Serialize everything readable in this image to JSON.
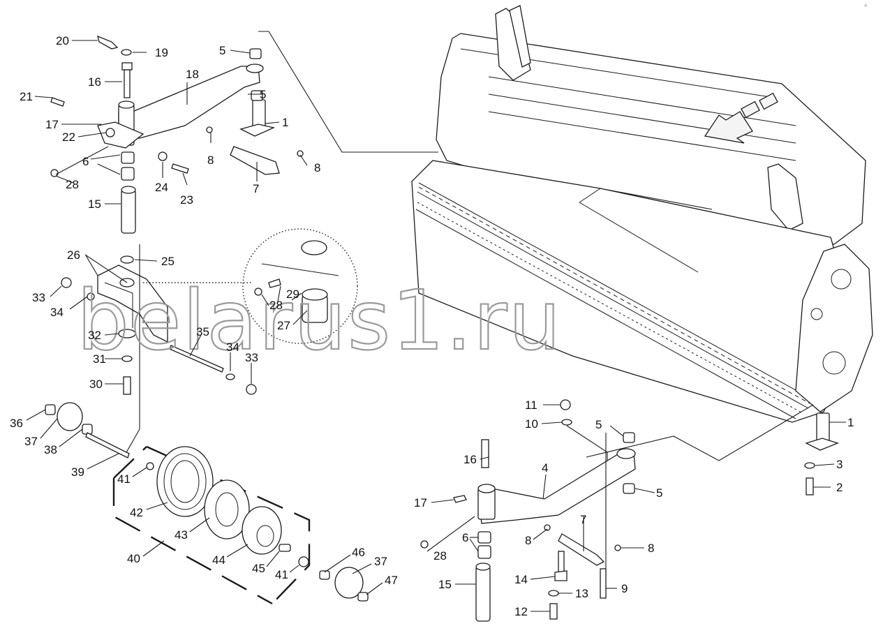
{
  "diagram": {
    "title": "Auger header support wheel assembly exploded view",
    "watermark": "belarus1.ru",
    "corner_mark": "© ",
    "callouts": {
      "l20": "20",
      "l19": "19",
      "l5a": "5",
      "l18": "18",
      "l16a": "16",
      "l5b": "5",
      "l21": "21",
      "l1a": "1",
      "l17a": "17",
      "l22": "22",
      "l8a": "8",
      "l8b": "8",
      "l6a": "6",
      "l24": "24",
      "l7a": "7",
      "l28a": "28",
      "l23": "23",
      "l15a": "15",
      "l26": "26",
      "l25": "25",
      "l29": "29",
      "l33a": "33",
      "l28b": "28",
      "l34a": "34",
      "l27": "27",
      "l35": "35",
      "l32": "32",
      "l34b": "34",
      "l33b": "33",
      "l31": "31",
      "l30": "30",
      "l36": "36",
      "l37a": "37",
      "l38": "38",
      "l39": "39",
      "l41a": "41",
      "l42": "42",
      "l43": "43",
      "l40": "40",
      "l44": "44",
      "l45": "45",
      "l41b": "41",
      "l46": "46",
      "l37b": "37",
      "l47": "47",
      "l11": "11",
      "l10": "10",
      "l5c": "5",
      "l1b": "1",
      "l16b": "16",
      "l4": "4",
      "l3": "3",
      "l2": "2",
      "l5d": "5",
      "l17b": "17",
      "l7b": "7",
      "l6b": "6",
      "l8c": "8",
      "l8d": "8",
      "l28c": "28",
      "l14": "14",
      "l9": "9",
      "l15b": "15",
      "l13": "13",
      "l12": "12"
    }
  }
}
